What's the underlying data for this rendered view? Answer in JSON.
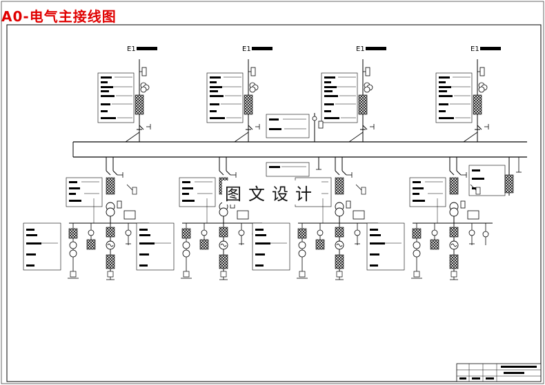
{
  "title": "A0-电气主接线图",
  "watermark": "图文设计",
  "feeder_labels": [
    "E1",
    "E1",
    "E1",
    "E1"
  ],
  "colors": {
    "ink": "#000000",
    "title": "#e00000",
    "background": "#ffffff"
  }
}
